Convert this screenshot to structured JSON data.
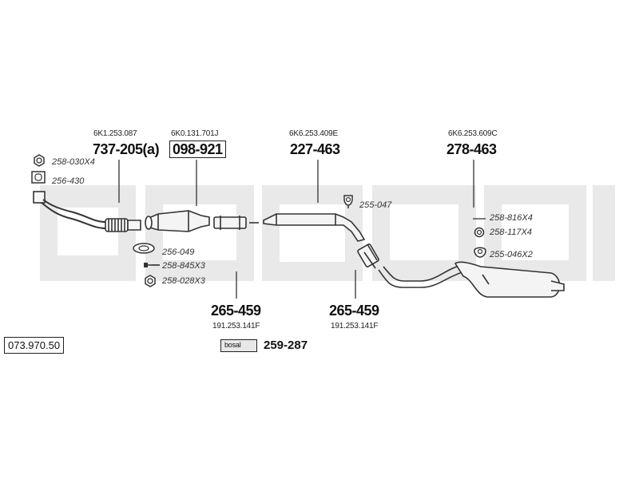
{
  "diagram": {
    "watermark_text": "bosal",
    "main_parts": [
      {
        "number": "737-205(a)",
        "code": "6K1.253.087"
      },
      {
        "number": "098-921",
        "code": "6K0.131.701J"
      },
      {
        "number": "227-463",
        "code": "6K6.253.409E"
      },
      {
        "number": "278-463",
        "code": "6K6.253.609C"
      }
    ],
    "bottom_parts": [
      {
        "number": "265-459",
        "code": "191.253.141F"
      },
      {
        "number": "265-459",
        "code": "191.253.141F"
      }
    ],
    "small_parts": [
      {
        "id": "gasket-nut-1",
        "number": "258-030X4",
        "icon": "nut-icon"
      },
      {
        "id": "gasket-flange",
        "number": "256-430",
        "icon": "flange-gasket-icon"
      },
      {
        "id": "ring-gasket",
        "number": "256-049",
        "icon": "ring-gasket-icon"
      },
      {
        "id": "bolt",
        "number": "258-845X3",
        "icon": "bolt-icon"
      },
      {
        "id": "nut-2",
        "number": "258-028X3",
        "icon": "nut-icon"
      },
      {
        "id": "hanger-1",
        "number": "255-047",
        "icon": "rubber-hanger-icon"
      },
      {
        "id": "bolt-2",
        "number": "258-816X4",
        "icon": "bolt-icon"
      },
      {
        "id": "nut-3",
        "number": "258-117X4",
        "icon": "nut-icon"
      },
      {
        "id": "hanger-2",
        "number": "255-046X2",
        "icon": "rubber-hanger-icon"
      }
    ],
    "kit": {
      "number": "259-287",
      "badge": "bosal"
    },
    "reference": "073.970.50"
  }
}
